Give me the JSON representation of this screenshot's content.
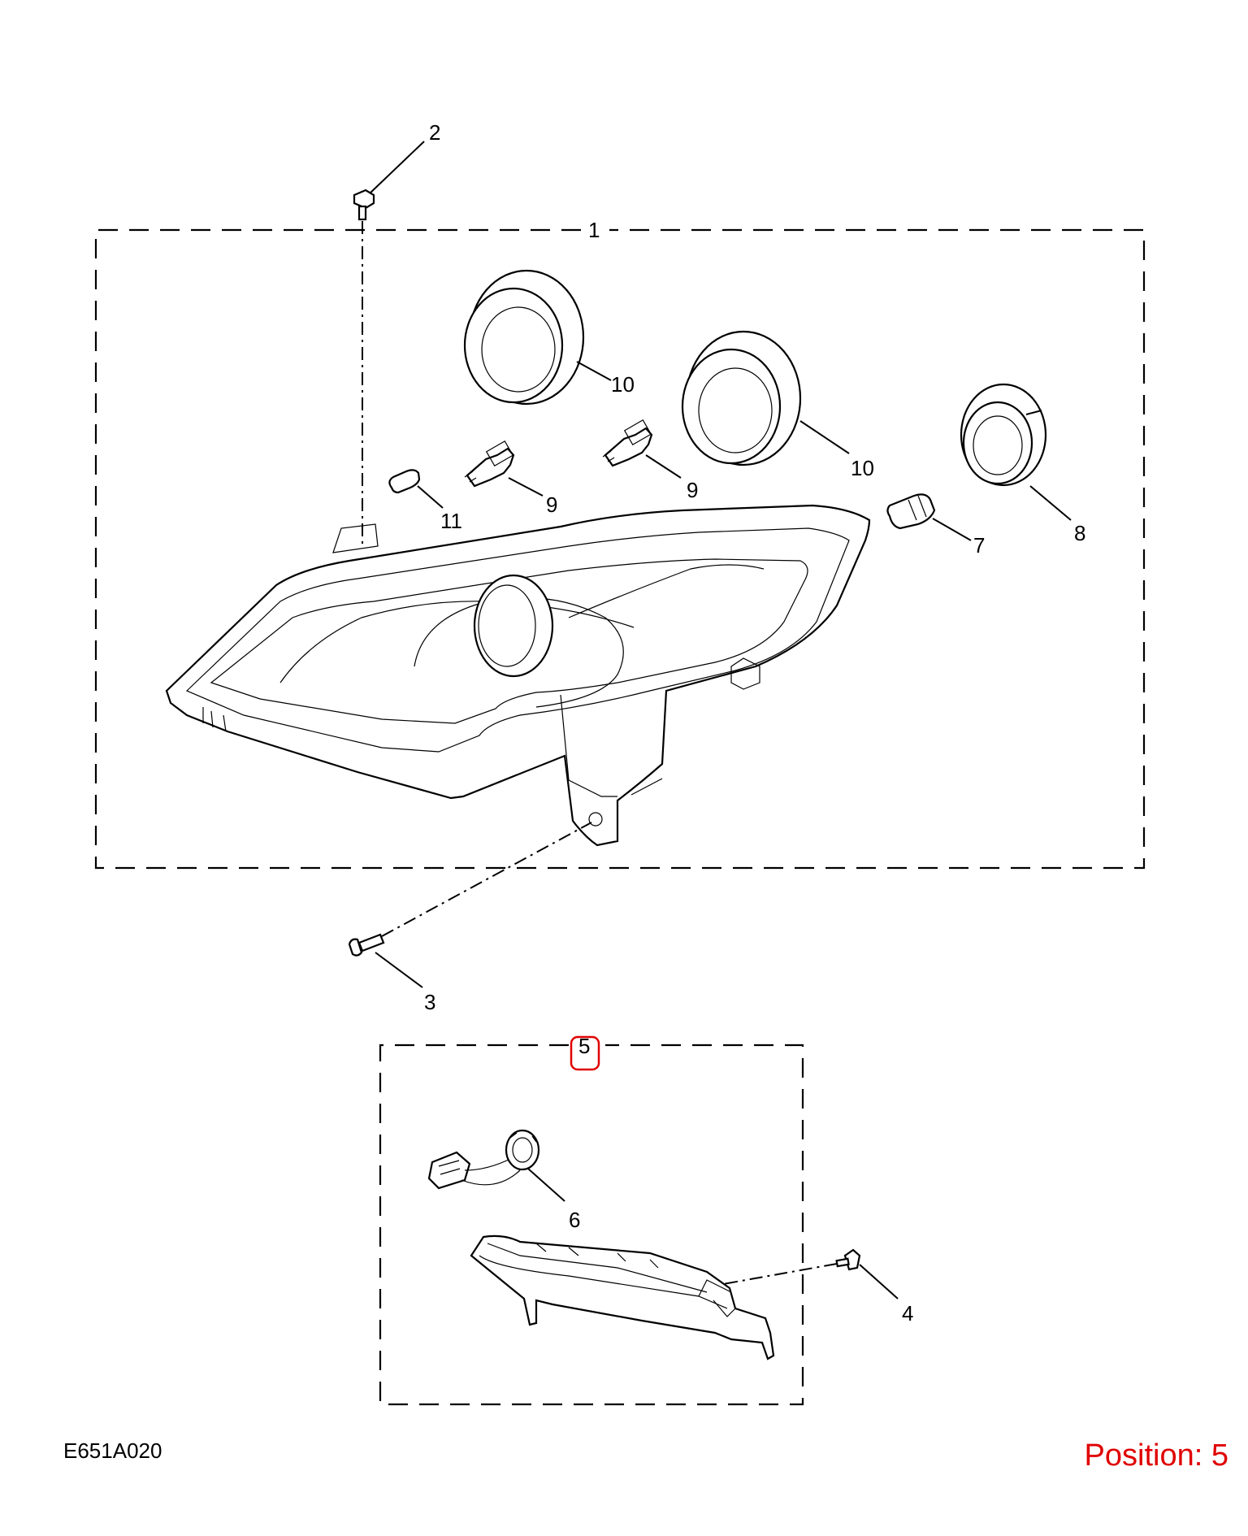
{
  "drawing_code": "E651A020",
  "position_label": "Position: 5",
  "highlight_color": "#e00000",
  "callouts": {
    "assembly_1": "1",
    "screw_2": "2",
    "bolt_3": "3",
    "screw_4": "4",
    "assembly_5": "5",
    "socket_6": "6",
    "bulb_7": "7",
    "cap_8": "8",
    "bulb_9a": "9",
    "bulb_9b": "9",
    "cap_10a": "10",
    "cap_10b": "10",
    "bulb_11": "11"
  },
  "highlighted_callout": "5"
}
